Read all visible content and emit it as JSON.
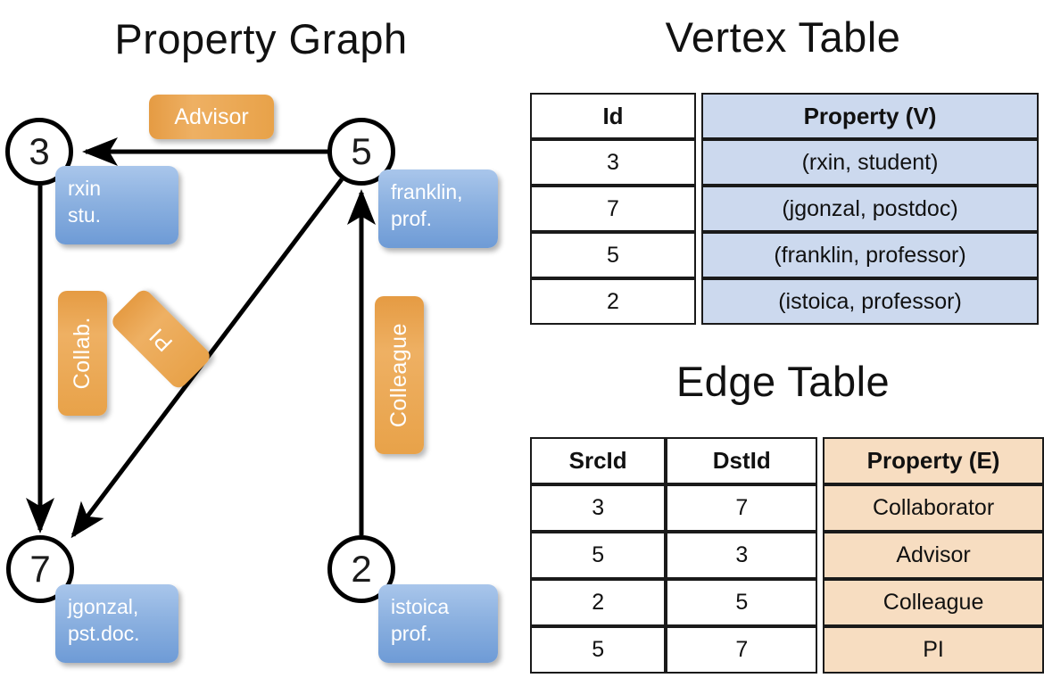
{
  "titles": {
    "property_graph": "Property Graph",
    "vertex_table": "Vertex Table",
    "edge_table": "Edge Table"
  },
  "graph": {
    "nodes": [
      {
        "id": "3",
        "label": "3",
        "property_lines": [
          "rxin",
          "stu."
        ]
      },
      {
        "id": "5",
        "label": "5",
        "property_lines": [
          "franklin,",
          "prof."
        ]
      },
      {
        "id": "7",
        "label": "7",
        "property_lines": [
          "jgonzal,",
          "pst.doc."
        ]
      },
      {
        "id": "2",
        "label": "2",
        "property_lines": [
          "istoica",
          "prof."
        ]
      }
    ],
    "edge_labels": [
      {
        "name": "advisor",
        "text": "Advisor"
      },
      {
        "name": "collab",
        "text": "Collab."
      },
      {
        "name": "pi",
        "text": "PI"
      },
      {
        "name": "colleague",
        "text": "Colleague"
      }
    ],
    "edges": [
      {
        "src": "5",
        "dst": "3",
        "label": "Advisor"
      },
      {
        "src": "3",
        "dst": "7",
        "label": "Collab."
      },
      {
        "src": "5",
        "dst": "7",
        "label": "PI"
      },
      {
        "src": "2",
        "dst": "5",
        "label": "Colleague"
      }
    ]
  },
  "vertex_table": {
    "headers": [
      "Id",
      "Property (V)"
    ],
    "rows": [
      {
        "id": "3",
        "property": "(rxin, student)"
      },
      {
        "id": "7",
        "property": "(jgonzal, postdoc)"
      },
      {
        "id": "5",
        "property": "(franklin, professor)"
      },
      {
        "id": "2",
        "property": "(istoica, professor)"
      }
    ]
  },
  "edge_table": {
    "headers": [
      "SrcId",
      "DstId",
      "Property (E)"
    ],
    "rows": [
      {
        "src": "3",
        "dst": "7",
        "property": "Collaborator"
      },
      {
        "src": "5",
        "dst": "3",
        "property": "Advisor"
      },
      {
        "src": "2",
        "dst": "5",
        "property": "Colleague"
      },
      {
        "src": "5",
        "dst": "7",
        "property": "PI"
      }
    ]
  },
  "colors": {
    "node_property_blue": "#8cb1e0",
    "edge_label_orange": "#eeb063",
    "vertex_property_cell": "#ccd9ee",
    "edge_property_cell": "#f7ddc1",
    "stroke": "#000000"
  }
}
